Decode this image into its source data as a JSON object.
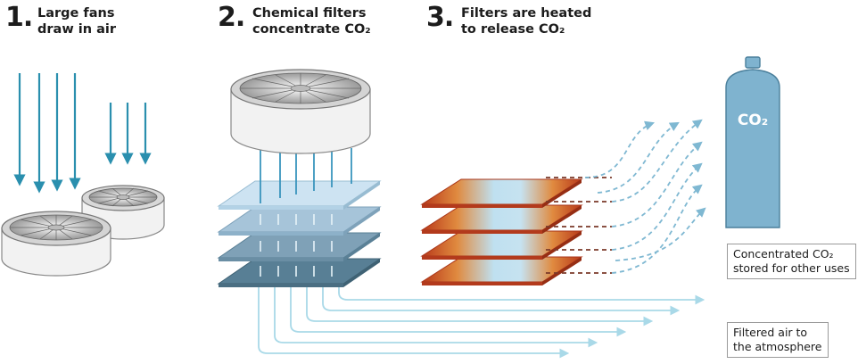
{
  "steps": [
    {
      "number": "1.",
      "line1": "Large fans",
      "line2": "draw in air"
    },
    {
      "number": "2.",
      "line1": "Chemical filters",
      "line2": "concentrate CO₂"
    },
    {
      "number": "3.",
      "line1": "Filters are heated",
      "line2": "to release CO₂"
    }
  ],
  "tank_label": "CO₂",
  "notes": {
    "stored_line1": "Concentrated CO₂",
    "stored_line2": "stored for other uses",
    "filtered_line1": "Filtered air to",
    "filtered_line2": "the atmosphere"
  },
  "colors": {
    "air_arrow": "#2a8fae",
    "tank": "#7fb3cf",
    "filter_dark": "#557f96",
    "hot_edge": "#c23f1f",
    "co2_dash": "#7fb8d2",
    "outflow": "#a9d9e8"
  }
}
